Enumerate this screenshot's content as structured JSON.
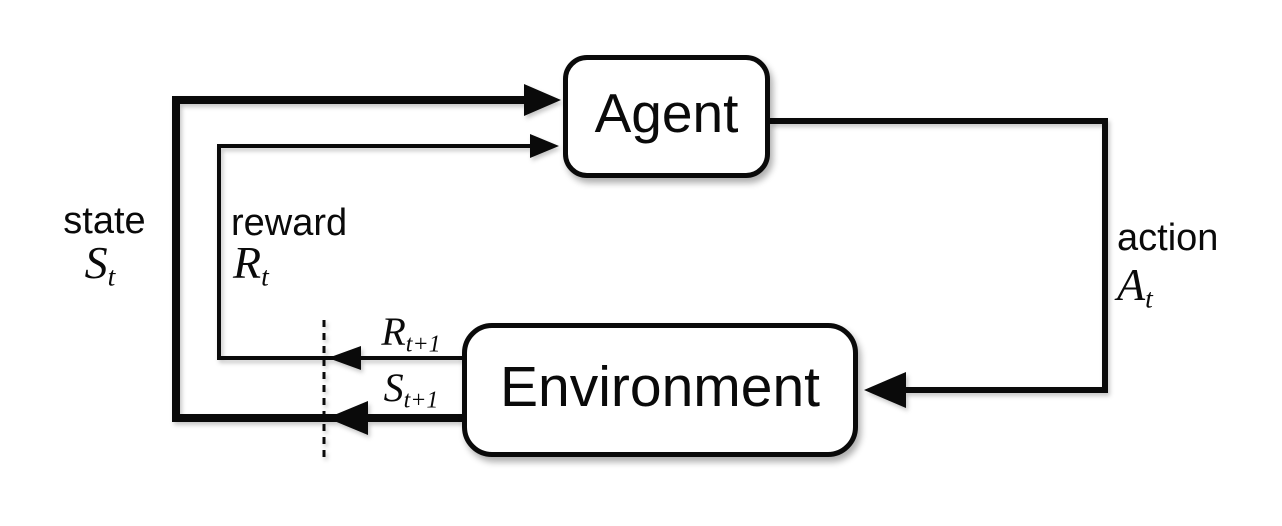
{
  "nodes": {
    "agent": {
      "label": "Agent"
    },
    "environment": {
      "label": "Environment"
    }
  },
  "labels": {
    "state": {
      "word": "state",
      "base": "S",
      "sub": "t"
    },
    "reward": {
      "word": "reward",
      "base": "R",
      "sub": "t"
    },
    "action": {
      "word": "action",
      "base": "A",
      "sub": "t"
    },
    "next_reward": {
      "base": "R",
      "sub": "t+1"
    },
    "next_state": {
      "base": "S",
      "sub": "t+1"
    }
  },
  "colors": {
    "line": "#0a0a0a",
    "node_fill": "#ffffff",
    "background": "#ffffff",
    "text": "#0a0a0a"
  }
}
